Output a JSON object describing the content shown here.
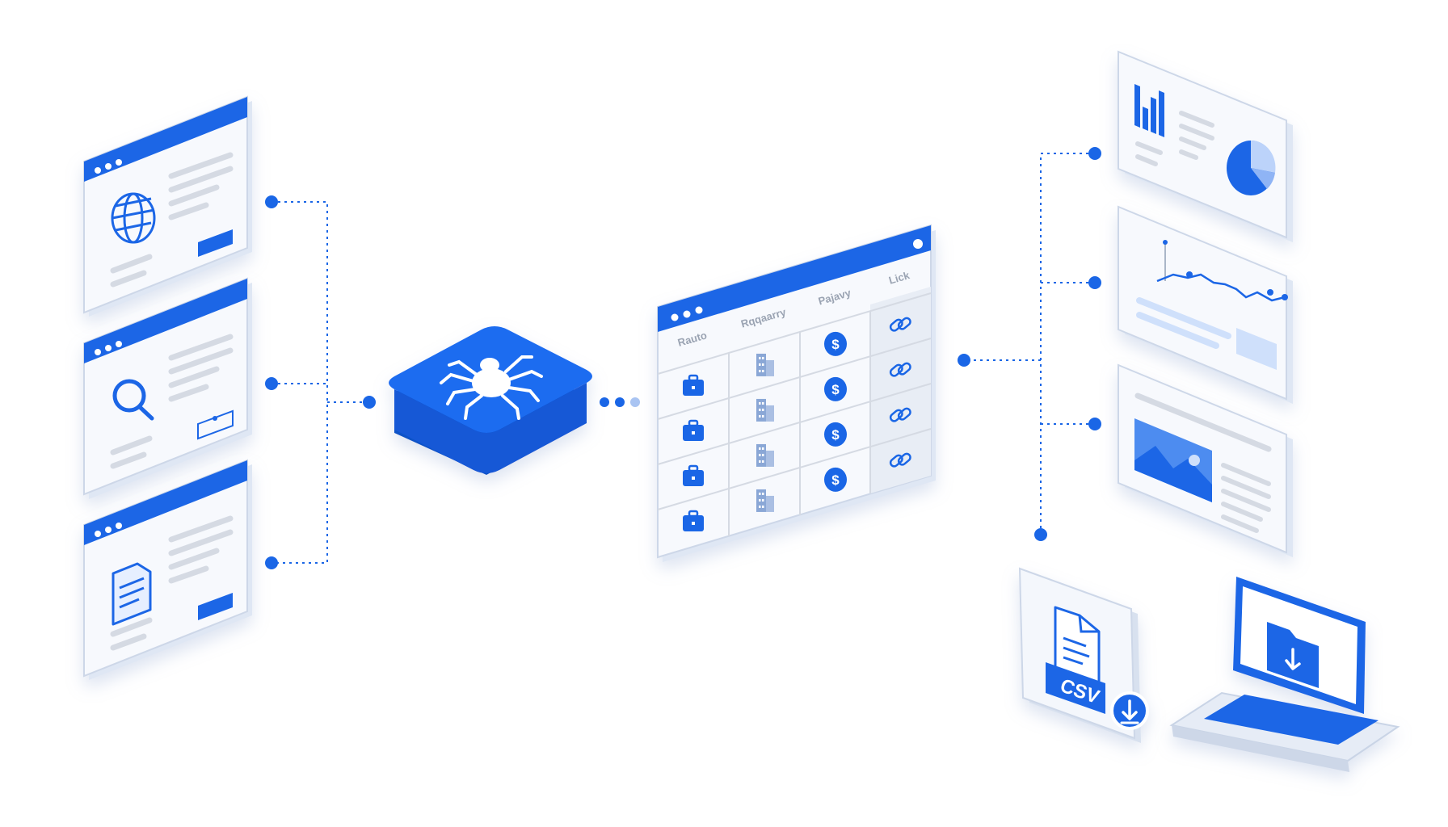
{
  "colors": {
    "accent": "#1a66e6",
    "accent_light": "#cfe0fb",
    "panel": "#f4f7fc",
    "panel_edge": "#c9d4e6",
    "line_grey": "#d5dae3",
    "dots": "#1a66e6"
  },
  "table": {
    "headers": [
      "Rauto",
      "Rqqaarry",
      "Pajavy",
      "Lick"
    ]
  },
  "csv_label": "CSV",
  "icons": {
    "sources": [
      "globe-icon",
      "magnifier-icon",
      "document-icon"
    ],
    "crawler": "spider-icon",
    "outputs": [
      "bar-chart-icon",
      "line-chart-icon",
      "image-icon",
      "csv-file-icon",
      "laptop-folder-icon"
    ]
  }
}
